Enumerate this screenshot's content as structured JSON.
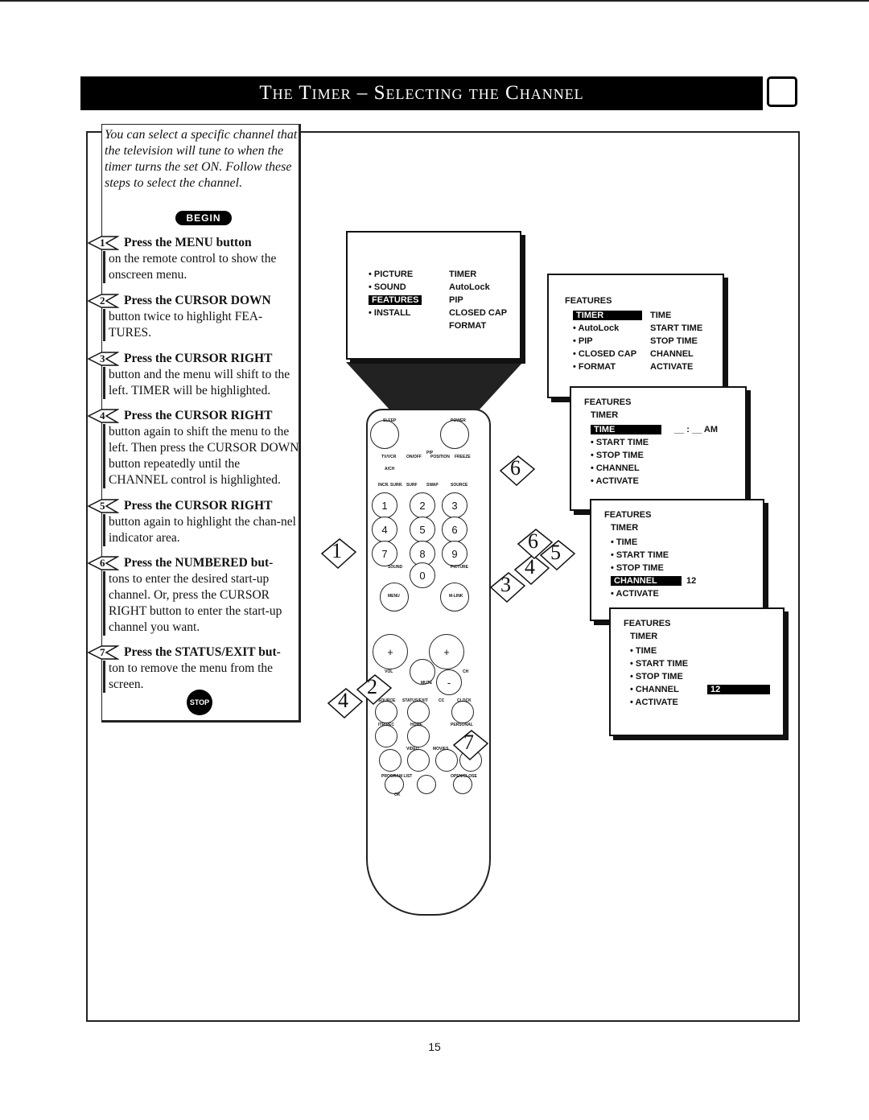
{
  "title": "The Timer – Selecting the Channel",
  "intro": "You can select a specific channel that the television will tune to when the timer turns the set ON. Follow these steps to select the channel.",
  "begin_label": "BEGIN",
  "steps": [
    {
      "num": "1",
      "head": "Press the MENU button",
      "body": "on the remote control to show the onscreen menu."
    },
    {
      "num": "2",
      "head": "Press the CURSOR DOWN",
      "body": "button twice to highlight FEA-TURES."
    },
    {
      "num": "3",
      "head": "Press the CURSOR RIGHT",
      "body": "button and the menu will shift to the left. TIMER will be highlighted."
    },
    {
      "num": "4",
      "head": "Press the CURSOR RIGHT",
      "body": "button again to shift the menu to the left. Then press the CURSOR DOWN button repeatedly until the CHANNEL control is highlighted."
    },
    {
      "num": "5",
      "head": "Press the CURSOR RIGHT",
      "body": "button again to highlight the chan-nel indicator area."
    },
    {
      "num": "6",
      "head": "Press the NUMBERED but-",
      "body": "tons to enter the desired start-up channel. Or, press the CURSOR RIGHT button to enter the start-up channel you want."
    },
    {
      "num": "7",
      "head": "Press the STATUS/EXIT but-",
      "body": "ton to remove the menu from the screen."
    }
  ],
  "stop_label": "STOP",
  "screen1": {
    "left": [
      "• PICTURE",
      "• SOUND",
      "FEATURES",
      "• INSTALL"
    ],
    "right": [
      "TIMER",
      "AutoLock",
      "PIP",
      "CLOSED CAP",
      "FORMAT"
    ]
  },
  "screen2": {
    "header": "FEATURES",
    "left": [
      "TIMER",
      "• AutoLock",
      "• PIP",
      "• CLOSED CAP",
      "• FORMAT"
    ],
    "right": [
      "TIME",
      "START TIME",
      "STOP TIME",
      "CHANNEL",
      "ACTIVATE"
    ]
  },
  "screen3": {
    "header": "FEATURES",
    "sub": "TIMER",
    "items": [
      "TIME",
      "• START TIME",
      "• STOP TIME",
      "• CHANNEL",
      "• ACTIVATE"
    ],
    "value": "__ : __ AM"
  },
  "screen4": {
    "header": "FEATURES",
    "sub": "TIMER",
    "items": [
      "• TIME",
      "• START TIME",
      "• STOP TIME",
      "CHANNEL",
      "• ACTIVATE"
    ],
    "value": "12"
  },
  "screen5": {
    "header": "FEATURES",
    "sub": "TIMER",
    "items": [
      "• TIME",
      "• START TIME",
      "• STOP TIME",
      "• CHANNEL",
      "• ACTIVATE"
    ],
    "value": "12"
  },
  "remote_labels": [
    "SLEEP",
    "POWER",
    "TV/VCR",
    "ON/OFF",
    "POSITION",
    "FREEZE",
    "A/CH",
    "PIP",
    "INCR. SURR.",
    "SURF",
    "SWAP",
    "SOURCE",
    "SOUND",
    "PICTURE",
    "MENU",
    "M-LINK",
    "VOL",
    "CH",
    "MUTE",
    "SOURCE",
    "STATUS/EXIT",
    "CC",
    "CLOCK",
    "ITR/REC",
    "HOME",
    "PERSONAL",
    "VIDEO",
    "MOVIES",
    "PROGRAM LIST",
    "OPEN/CLOSE",
    "OK"
  ],
  "callouts": [
    "1",
    "2",
    "3",
    "4",
    "4",
    "5",
    "6",
    "6",
    "7"
  ],
  "page_number": "15"
}
